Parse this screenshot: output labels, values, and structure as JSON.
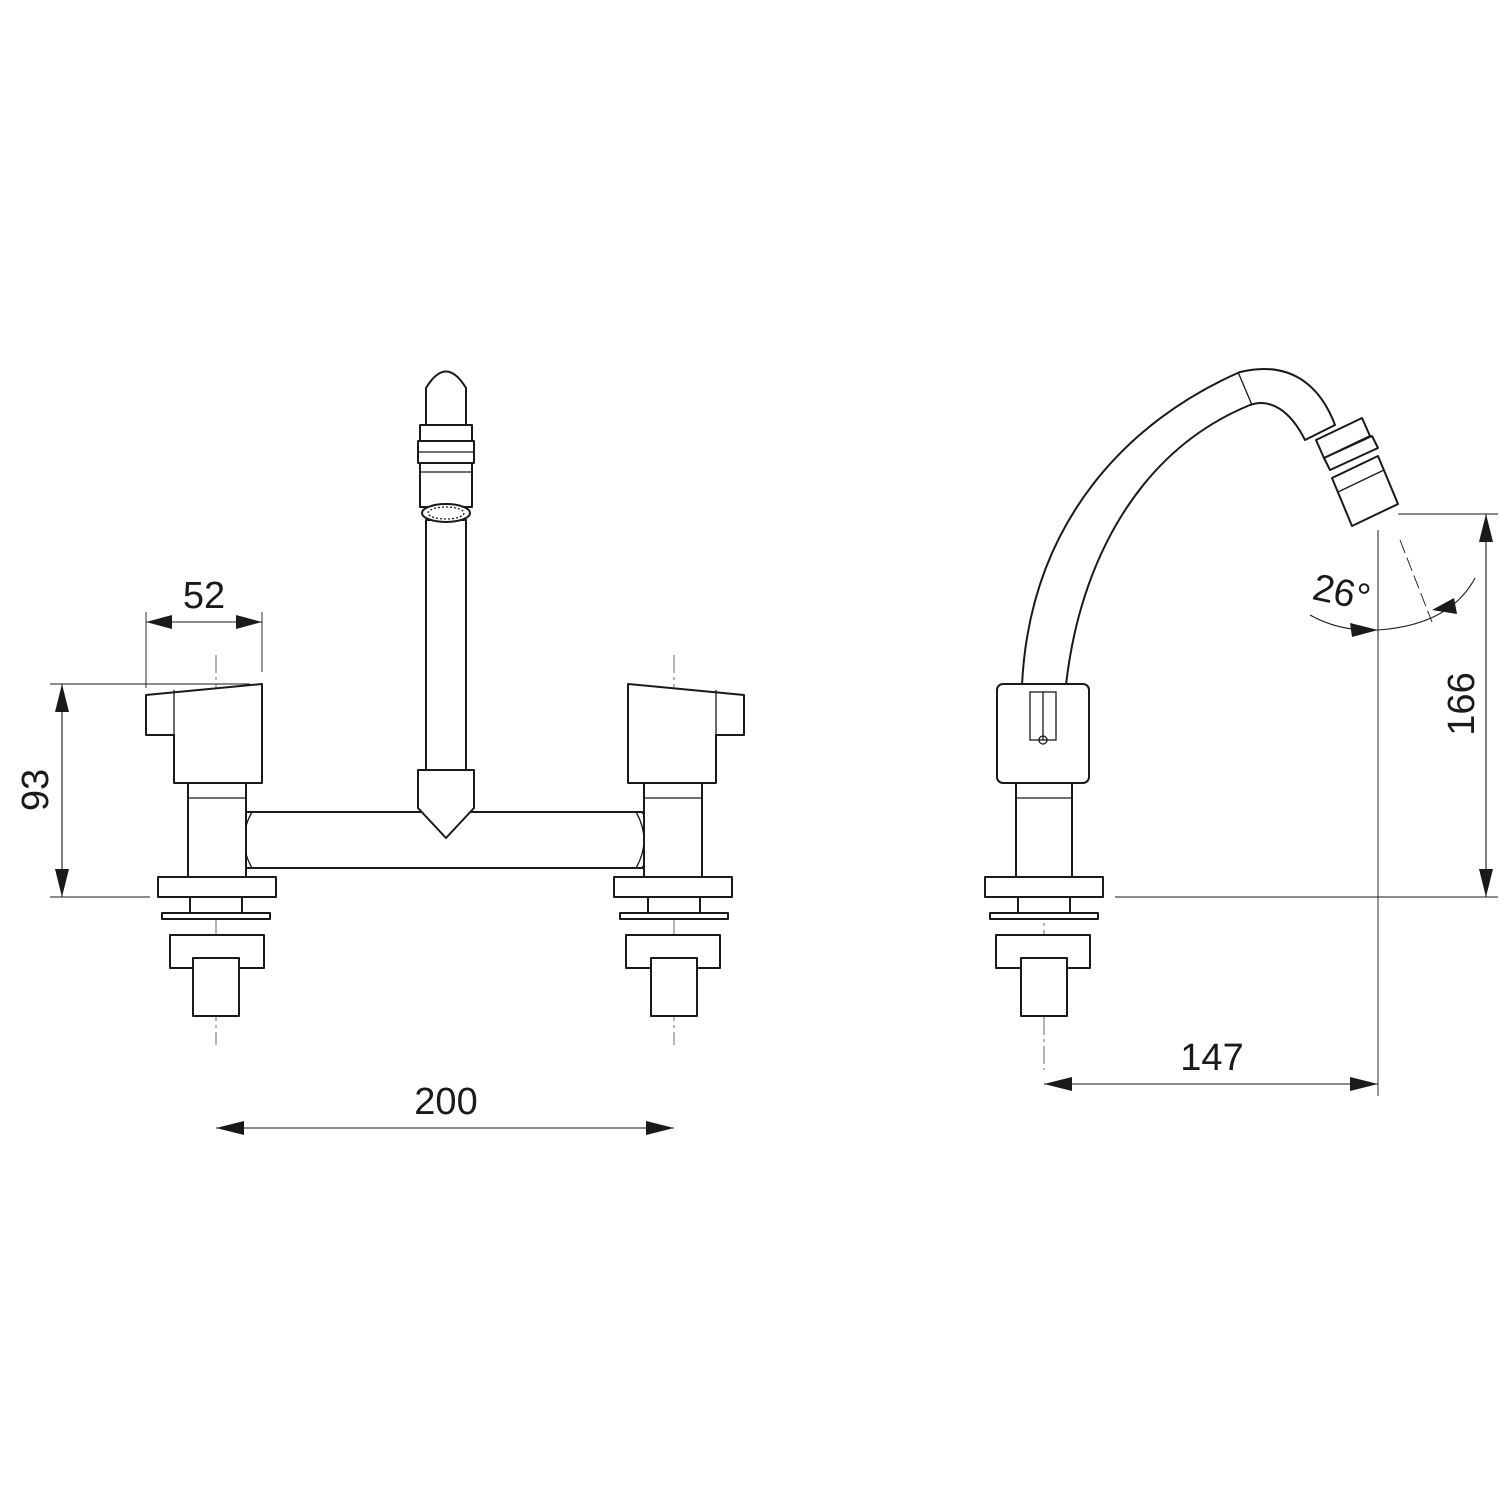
{
  "dimensions": {
    "handle_width": "52",
    "handle_height": "93",
    "center_distance": "200",
    "spout_reach": "147",
    "spout_height": "166",
    "spray_angle": "26°"
  }
}
